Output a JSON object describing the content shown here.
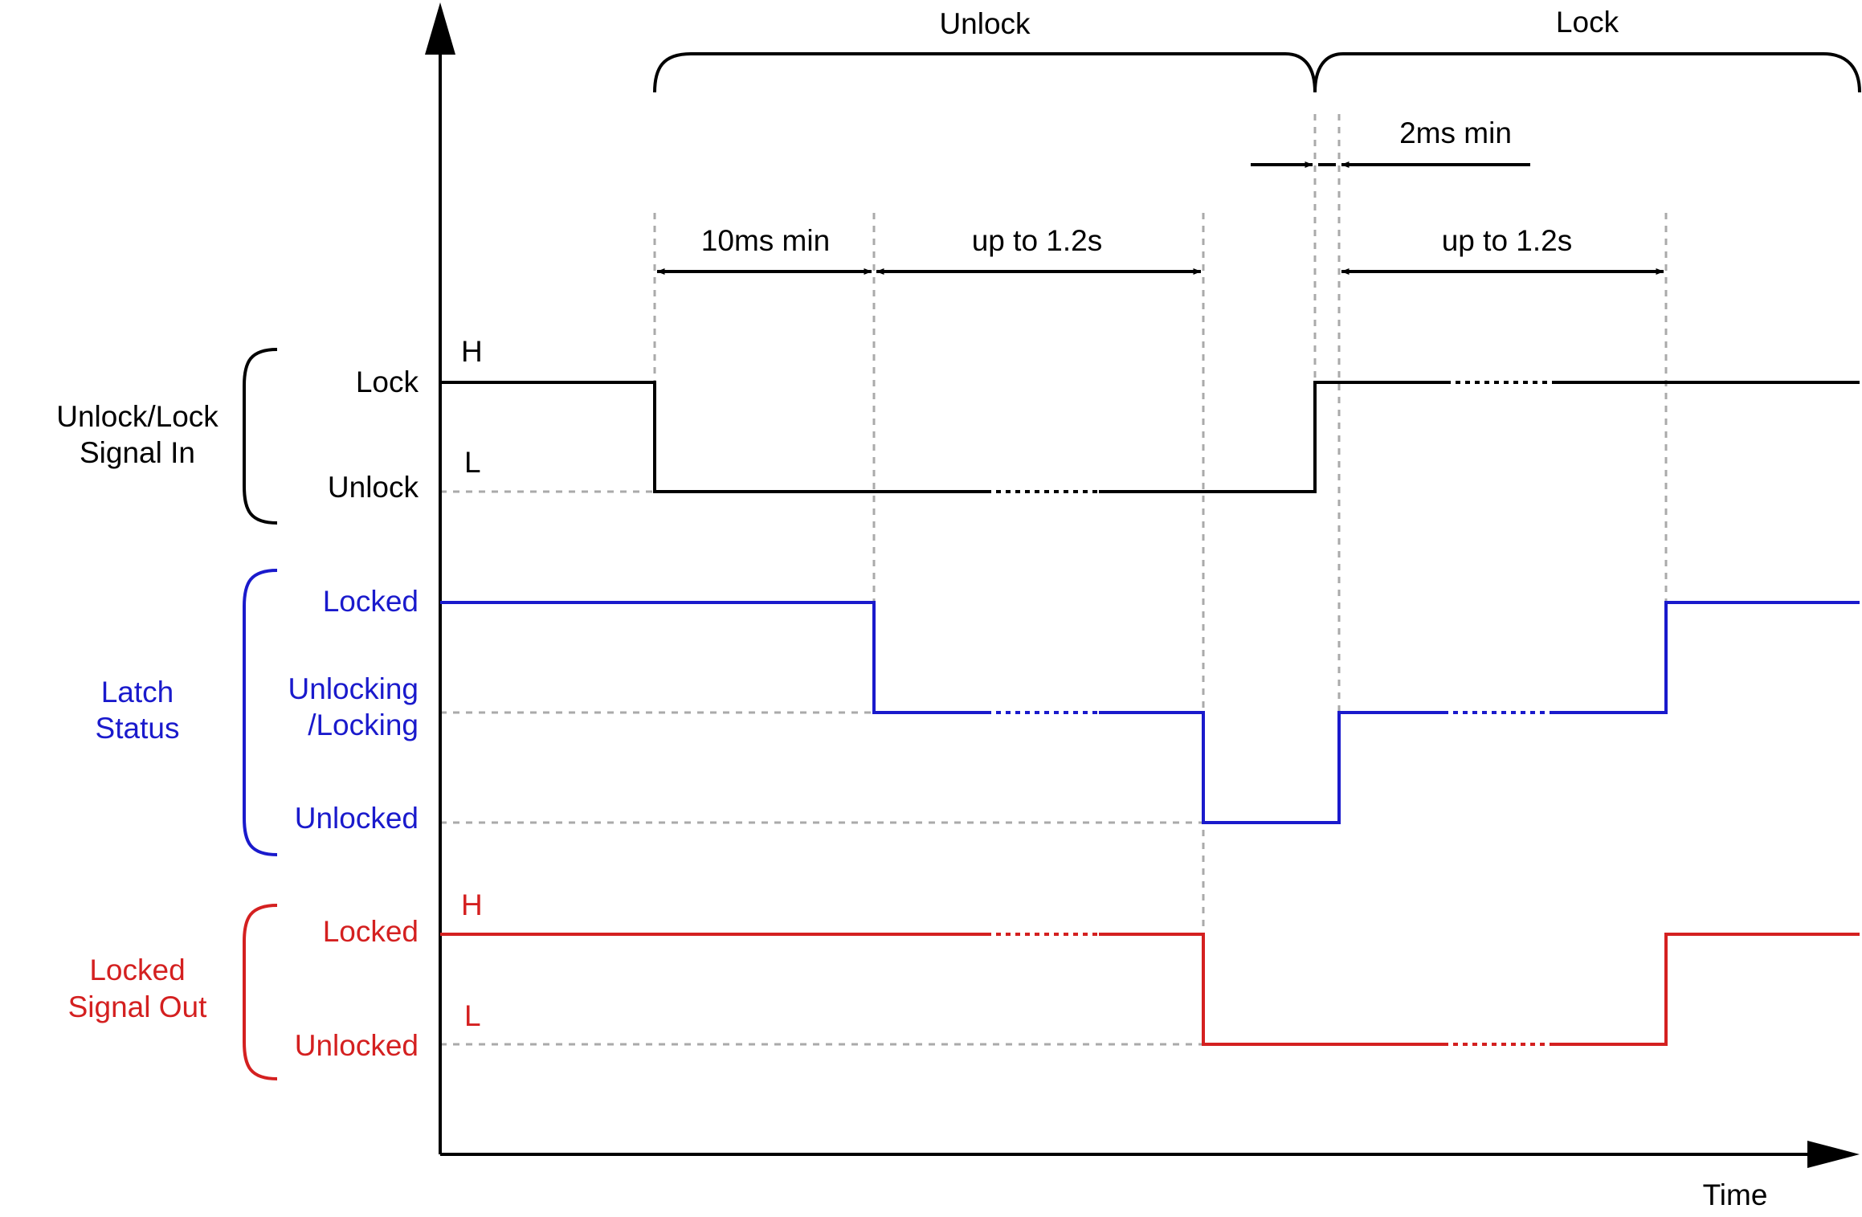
{
  "axes": {
    "x_label": "Time"
  },
  "phases": {
    "unlock": "Unlock",
    "lock": "Lock"
  },
  "timings": {
    "t_10ms": "10ms min",
    "t_up_to_1": "up to 1.2s",
    "t_2ms": "2ms min",
    "t_up_to_2": "up to 1.2s"
  },
  "groups": {
    "signal_in": {
      "title_line1": "Unlock/Lock",
      "title_line2": "Signal In",
      "level_high": "Lock",
      "level_low": "Unlock",
      "mark_high": "H",
      "mark_low": "L",
      "color": "#000000"
    },
    "latch_status": {
      "title_line1": "Latch",
      "title_line2": "Status",
      "level_locked": "Locked",
      "level_mid_line1": "Unlocking",
      "level_mid_line2": "/Locking",
      "level_unlocked": "Unlocked",
      "color": "#1a1acc"
    },
    "signal_out": {
      "title_line1": "Locked",
      "title_line2": "Signal Out",
      "level_high": "Locked",
      "level_low": "Unlocked",
      "mark_high": "H",
      "mark_low": "L",
      "color": "#d42020"
    }
  }
}
